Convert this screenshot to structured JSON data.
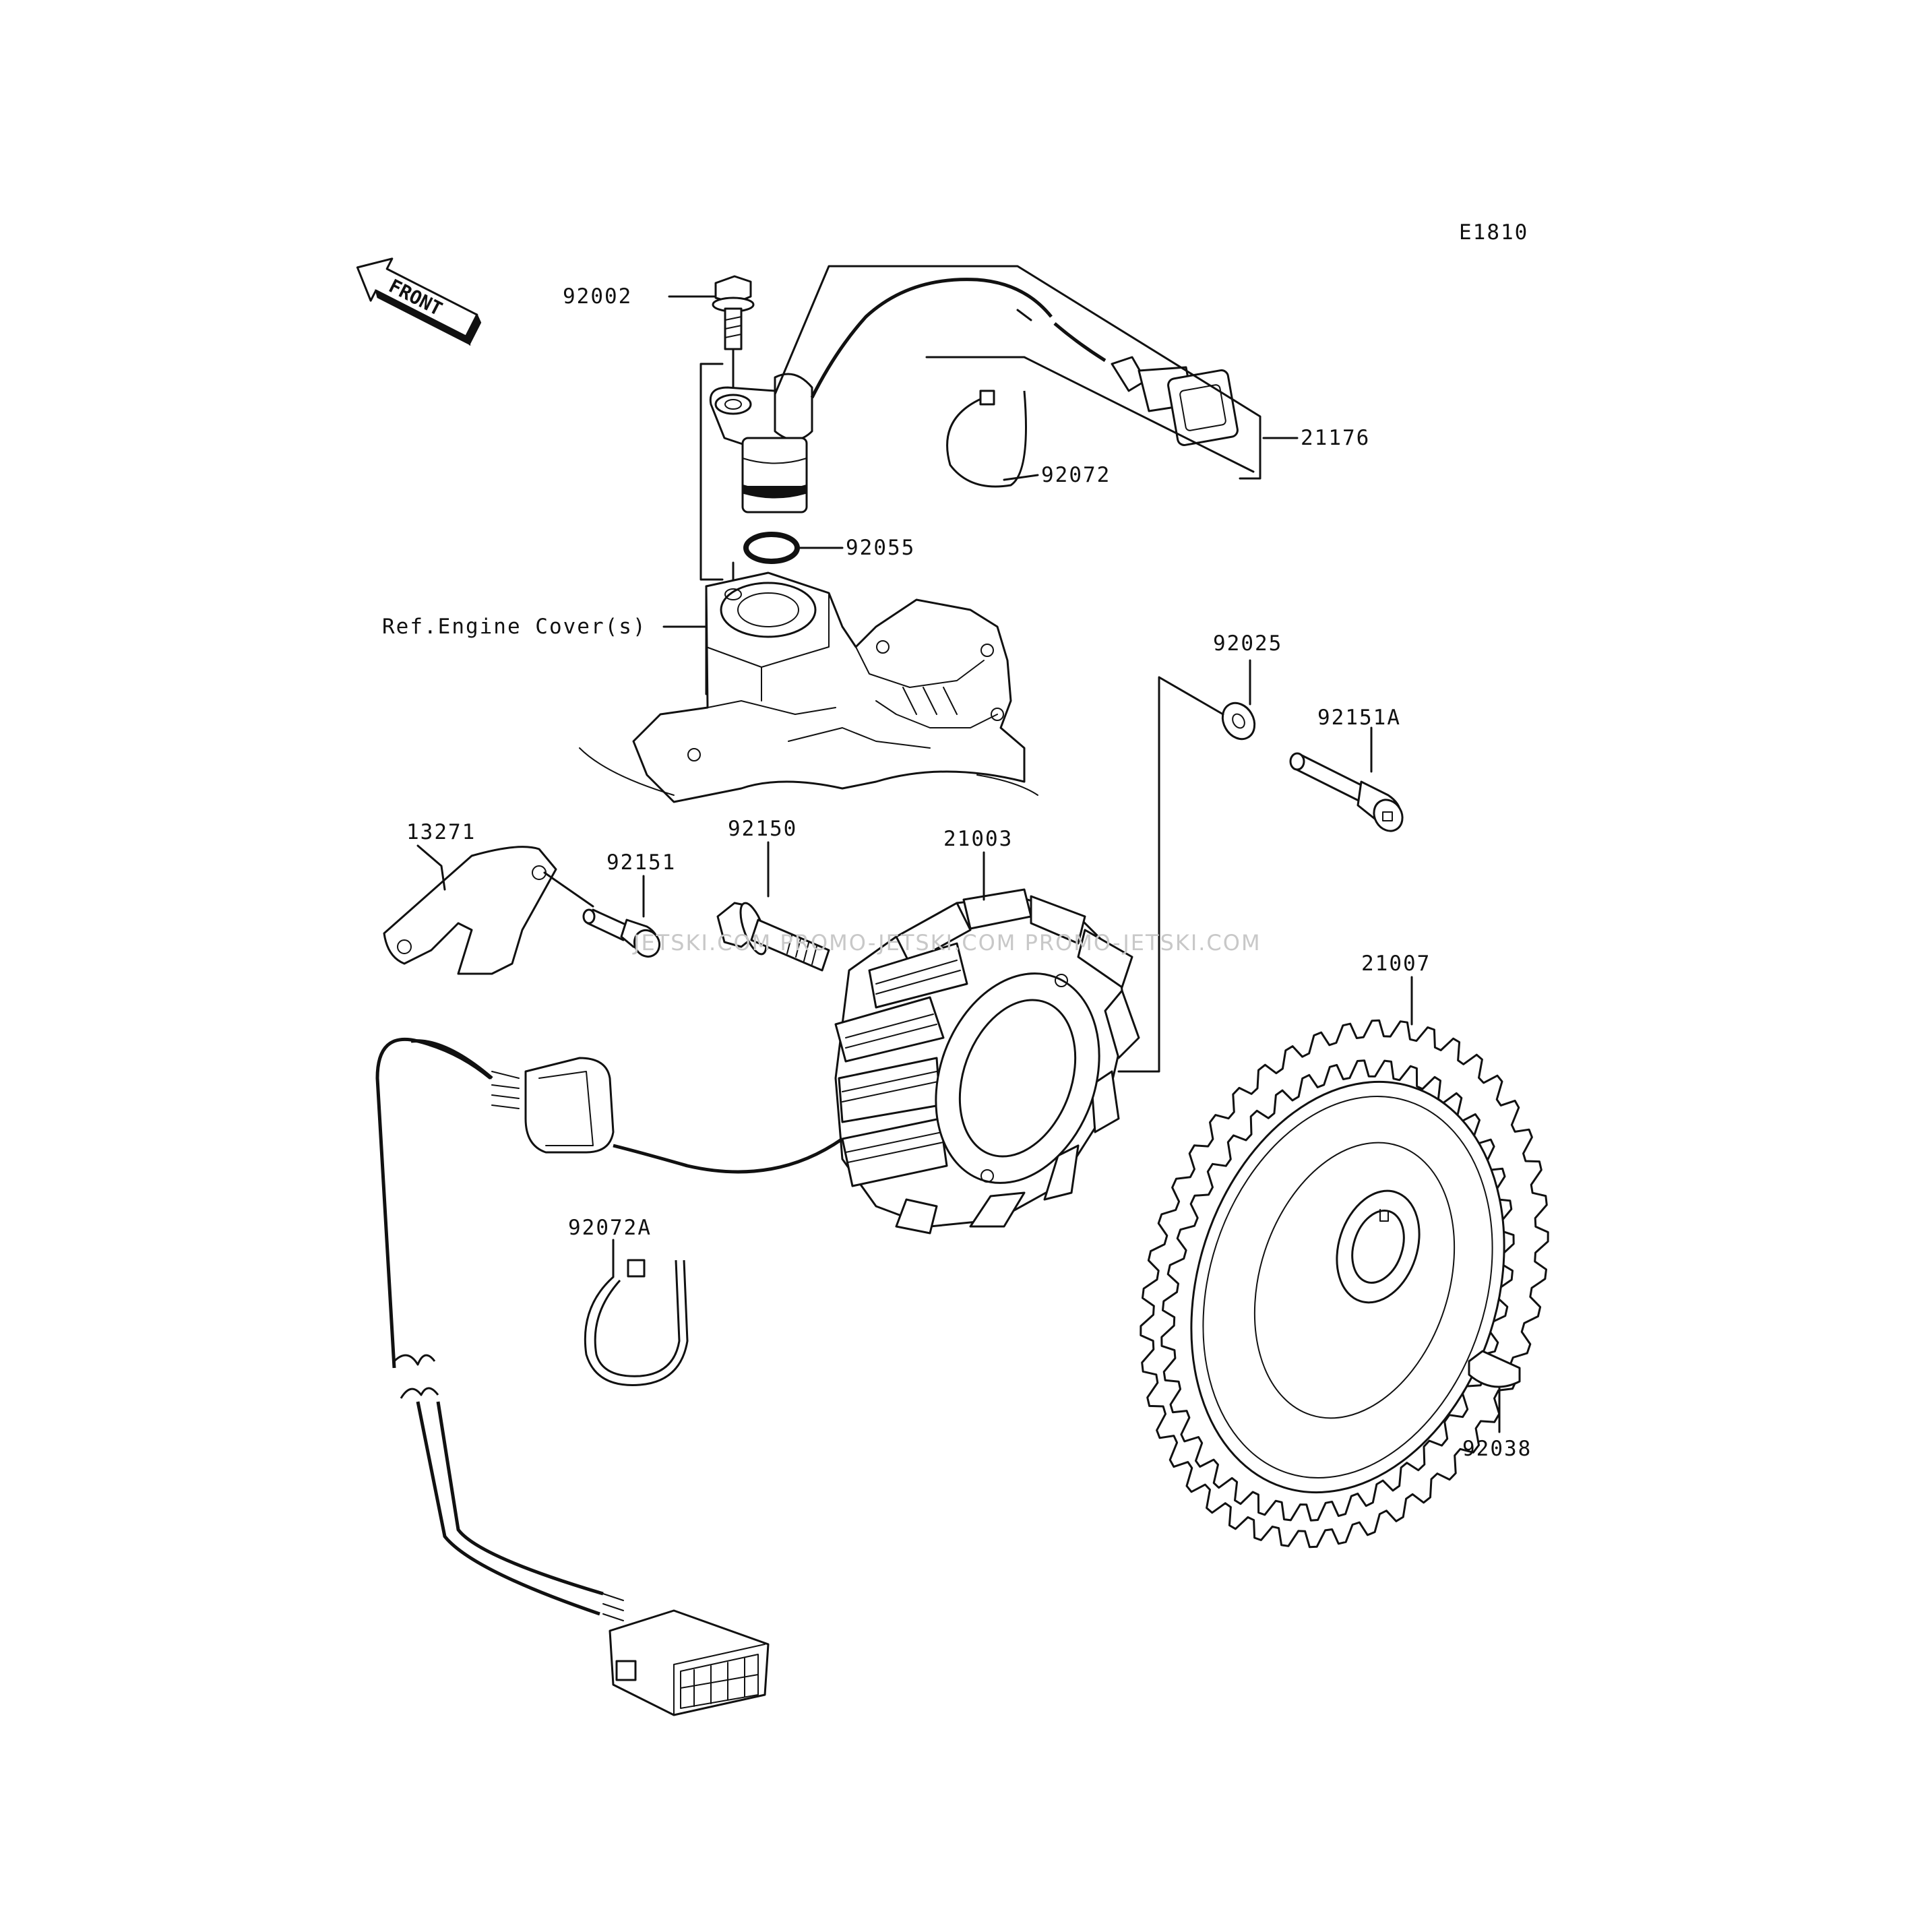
{
  "diagram_code": "E1810",
  "front_label": "FRONT",
  "reference_label": "Ref.Engine Cover(s)",
  "watermark": "JETSKI.COM  PROMO-JETSKI.COM  PROMO-JETSKI.COM",
  "parts": [
    {
      "number": "92002",
      "description": "bolt"
    },
    {
      "number": "21176",
      "description": "sensor with wiring harness and connector"
    },
    {
      "number": "92072",
      "description": "band clamp"
    },
    {
      "number": "92055",
      "description": "O-ring"
    },
    {
      "number": "92025",
      "description": "washer"
    },
    {
      "number": "92151A",
      "description": "socket bolt"
    },
    {
      "number": "13271",
      "description": "plate"
    },
    {
      "number": "92151",
      "description": "socket bolt"
    },
    {
      "number": "92150",
      "description": "flange bolt"
    },
    {
      "number": "21003",
      "description": "stator coil"
    },
    {
      "number": "21007",
      "description": "rotor"
    },
    {
      "number": "92072A",
      "description": "band clamp"
    },
    {
      "number": "92038",
      "description": "woodruff key"
    }
  ]
}
